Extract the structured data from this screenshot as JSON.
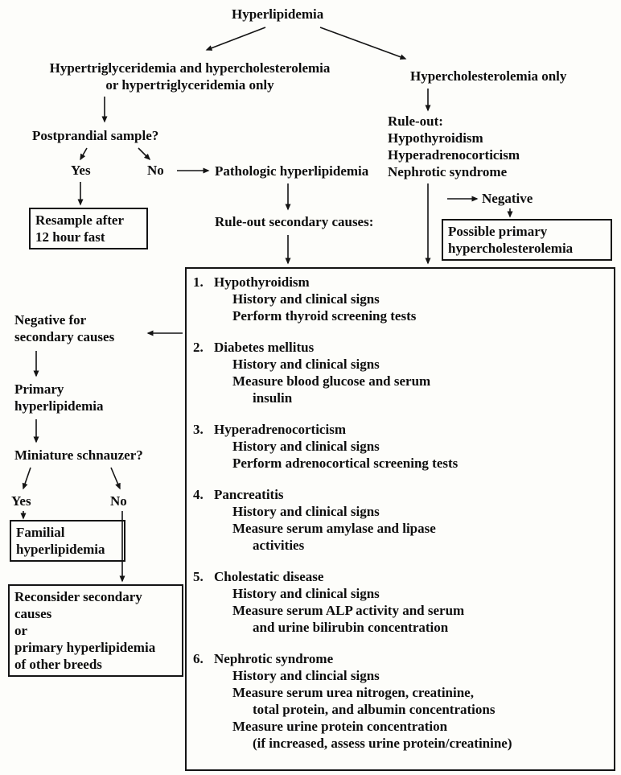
{
  "colors": {
    "ink": "#0d0d0d",
    "paper": "#fdfdfa"
  },
  "figure": {
    "root": "Hyperlipidemia",
    "left_branch": [
      "Hypertriglyceridemia and hypercholesterolemia",
      "or hypertriglyceridemia only"
    ],
    "right_branch": "Hypercholesterolemia only",
    "postprandial": "Postprandial sample?",
    "yes_1": "Yes",
    "no_1": "No",
    "pathologic": "Pathologic hyperlipidemia",
    "resample_box": [
      "Resample after",
      "12 hour fast"
    ],
    "rule_out_secondary": "Rule-out secondary causes:",
    "rule_out_header": "Rule-out:",
    "rule_out_items": [
      "Hypothyroidism",
      "Hyperadrenocorticism",
      "Nephrotic syndrome"
    ],
    "negative": "Negative",
    "possible_primary_box": [
      "Possible primary",
      "hypercholesterolemia"
    ],
    "negative_secondary": [
      "Negative for",
      "secondary causes"
    ],
    "primary": [
      "Primary",
      "hyperlipidemia"
    ],
    "schnauzer": "Miniature schnauzer?",
    "yes_2": "Yes",
    "no_2": "No",
    "familial_box": [
      "Familial",
      "hyperlipidemia"
    ],
    "reconsider_box": [
      "Reconsider secondary",
      "causes",
      "or",
      "primary hyperlipidemia",
      "of other breeds"
    ]
  },
  "secondary_causes": [
    {
      "num": "1.",
      "title": "Hypothyroidism",
      "lines": [
        {
          "text": "History and clinical signs",
          "indent": 1
        },
        {
          "text": "Perform thyroid screening tests",
          "indent": 1
        }
      ]
    },
    {
      "num": "2.",
      "title": "Diabetes mellitus",
      "lines": [
        {
          "text": "History and clinical signs",
          "indent": 1
        },
        {
          "text": "Measure blood glucose and serum",
          "indent": 1
        },
        {
          "text": "insulin",
          "indent": 2
        }
      ]
    },
    {
      "num": "3.",
      "title": "Hyperadrenocorticism",
      "lines": [
        {
          "text": "History and clinical signs",
          "indent": 1
        },
        {
          "text": "Perform adrenocortical screening tests",
          "indent": 1
        }
      ]
    },
    {
      "num": "4.",
      "title": "Pancreatitis",
      "lines": [
        {
          "text": "History and clinical signs",
          "indent": 1
        },
        {
          "text": "Measure serum amylase and lipase",
          "indent": 1
        },
        {
          "text": "activities",
          "indent": 2
        }
      ]
    },
    {
      "num": "5.",
      "title": "Cholestatic disease",
      "lines": [
        {
          "text": "History and clinical signs",
          "indent": 1
        },
        {
          "text": "Measure serum ALP activity and serum",
          "indent": 1
        },
        {
          "text": "and urine bilirubin concentration",
          "indent": 2
        }
      ]
    },
    {
      "num": "6.",
      "title": "Nephrotic syndrome",
      "lines": [
        {
          "text": "History and clincial signs",
          "indent": 1
        },
        {
          "text": "Measure serum urea nitrogen, creatinine,",
          "indent": 1
        },
        {
          "text": "total protein, and albumin concentrations",
          "indent": 2
        },
        {
          "text": "Measure urine protein concentration",
          "indent": 1
        },
        {
          "text": "(if increased, assess urine protein/creatinine)",
          "indent": 2
        }
      ]
    }
  ]
}
